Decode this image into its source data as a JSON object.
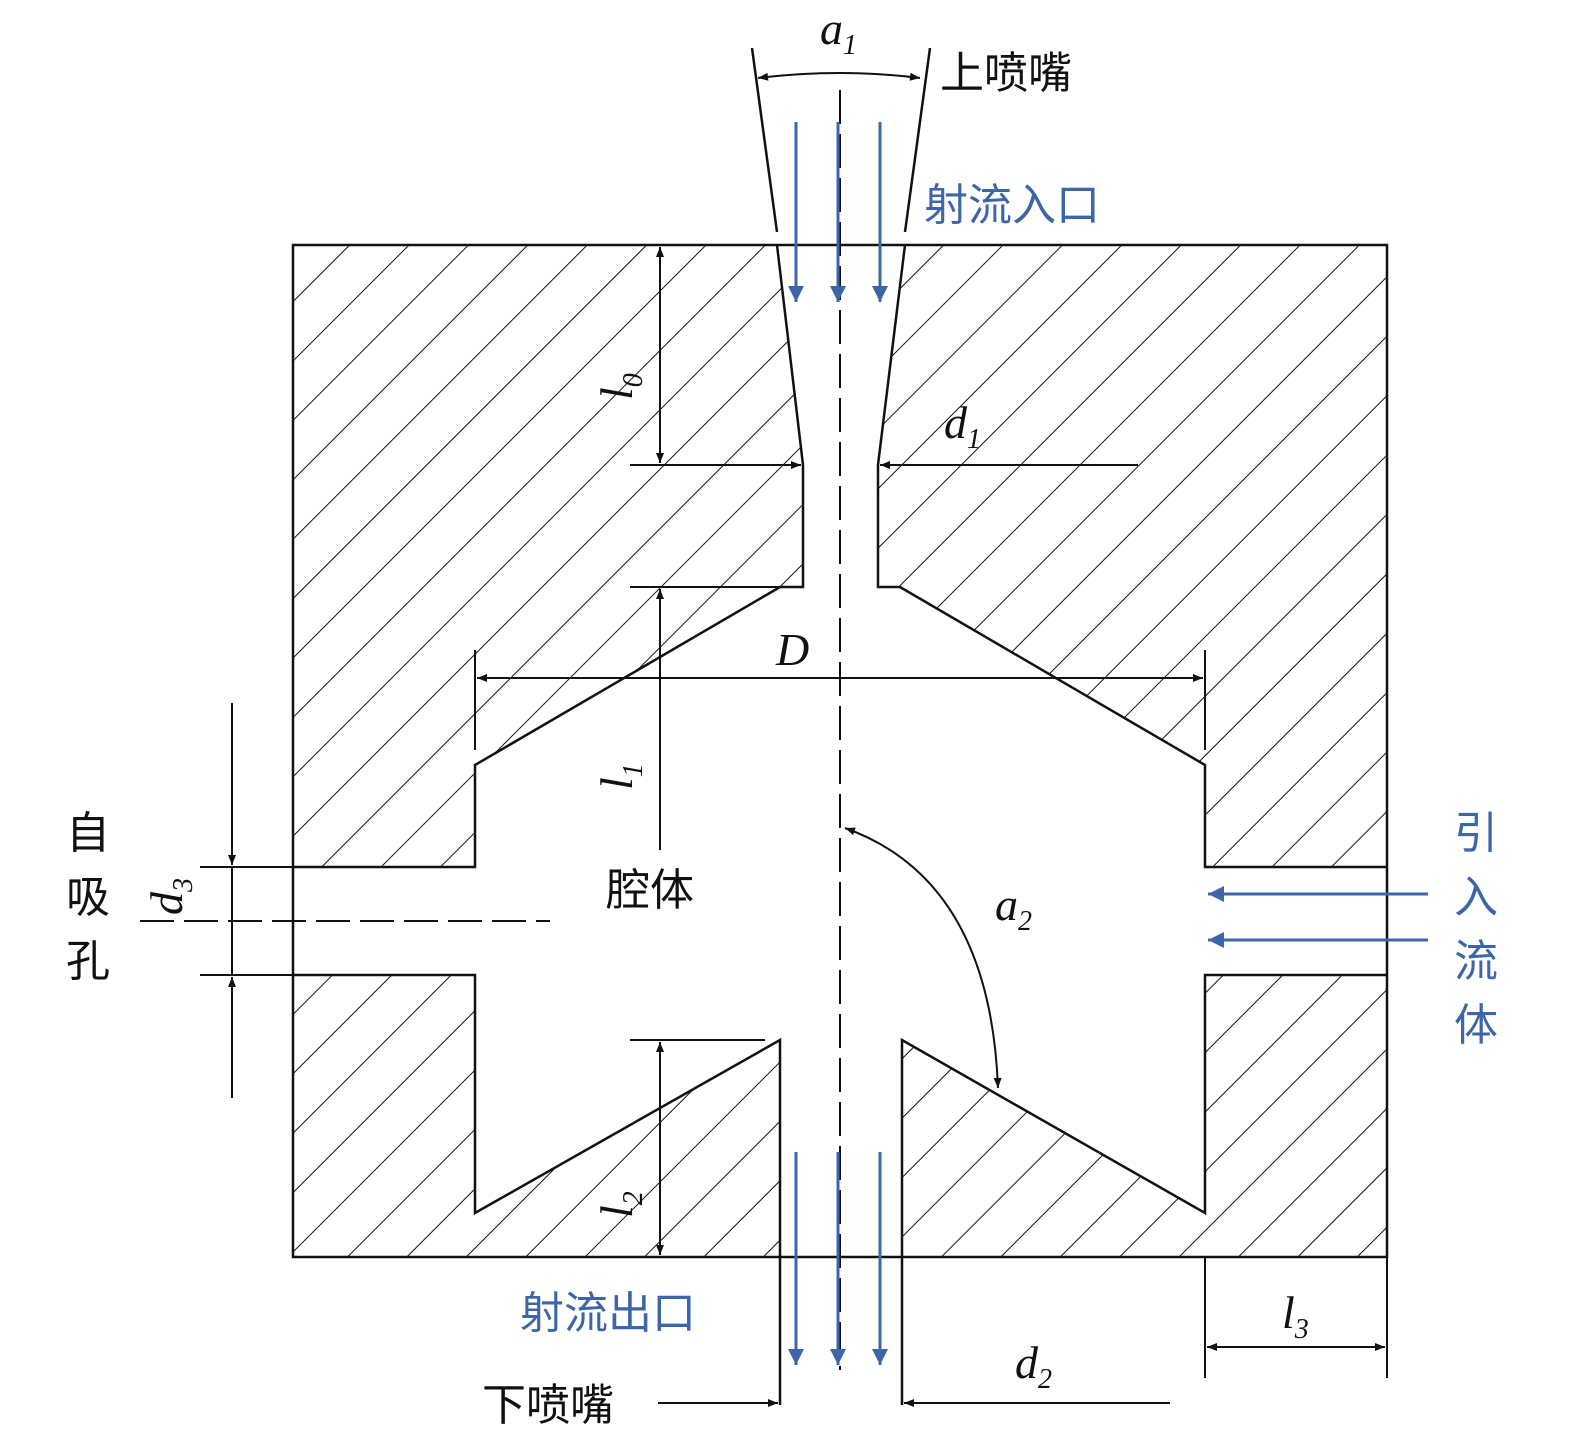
{
  "labels": {
    "a1": "a",
    "a1_sub": "1",
    "upper_nozzle": "上喷嘴",
    "jet_inlet": "射流入口",
    "l0": "l",
    "l0_sub": "0",
    "d1": "d",
    "d1_sub": "1",
    "D": "D",
    "l1": "l",
    "l1_sub": "1",
    "suction_hole": [
      "自",
      "吸",
      "孔"
    ],
    "d3": "d",
    "d3_sub": "3",
    "cavity": "腔体",
    "a2": "a",
    "a2_sub": "2",
    "inflow_fluid": [
      "引",
      "入",
      "流",
      "体"
    ],
    "l2": "l",
    "l2_sub": "2",
    "jet_outlet": "射流出口",
    "lower_nozzle": "下喷嘴",
    "d2": "d",
    "d2_sub": "2",
    "l3": "l",
    "l3_sub": "3"
  },
  "colors": {
    "line": "#111111",
    "flow": "#3d66a8"
  }
}
